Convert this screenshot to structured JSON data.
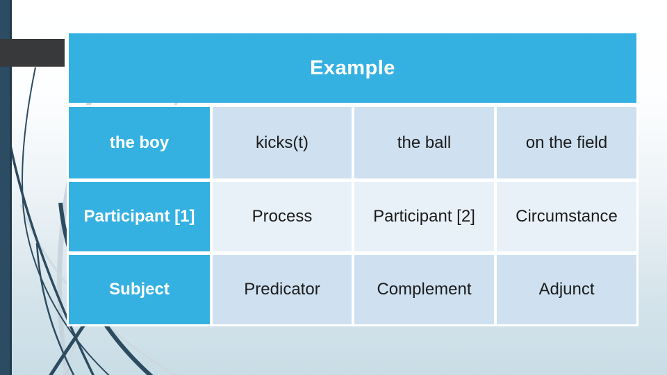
{
  "slide_title": "Example",
  "theme": {
    "accent_blue": "#35b1e1",
    "light_cell": "#cfe1f0",
    "lighter_cell": "#e9f1f8",
    "edge_bar": "#2b4c62",
    "accent_box_gray": "#37393b",
    "swoosh_dark": "#2c4b60",
    "swoosh_light": "#c6d3db",
    "title_color": "#ffffff",
    "cell_text_color": "#1c1c1c"
  },
  "table": {
    "rows": [
      {
        "cells": [
          "the boy",
          "kicks(t)",
          "the ball",
          "on the field"
        ]
      },
      {
        "cells": [
          "Participant [1]",
          "Process",
          "Participant [2]",
          "Circumstance"
        ]
      },
      {
        "cells": [
          "Subject",
          "Predicator",
          "Complement",
          "Adjunct"
        ]
      }
    ]
  }
}
